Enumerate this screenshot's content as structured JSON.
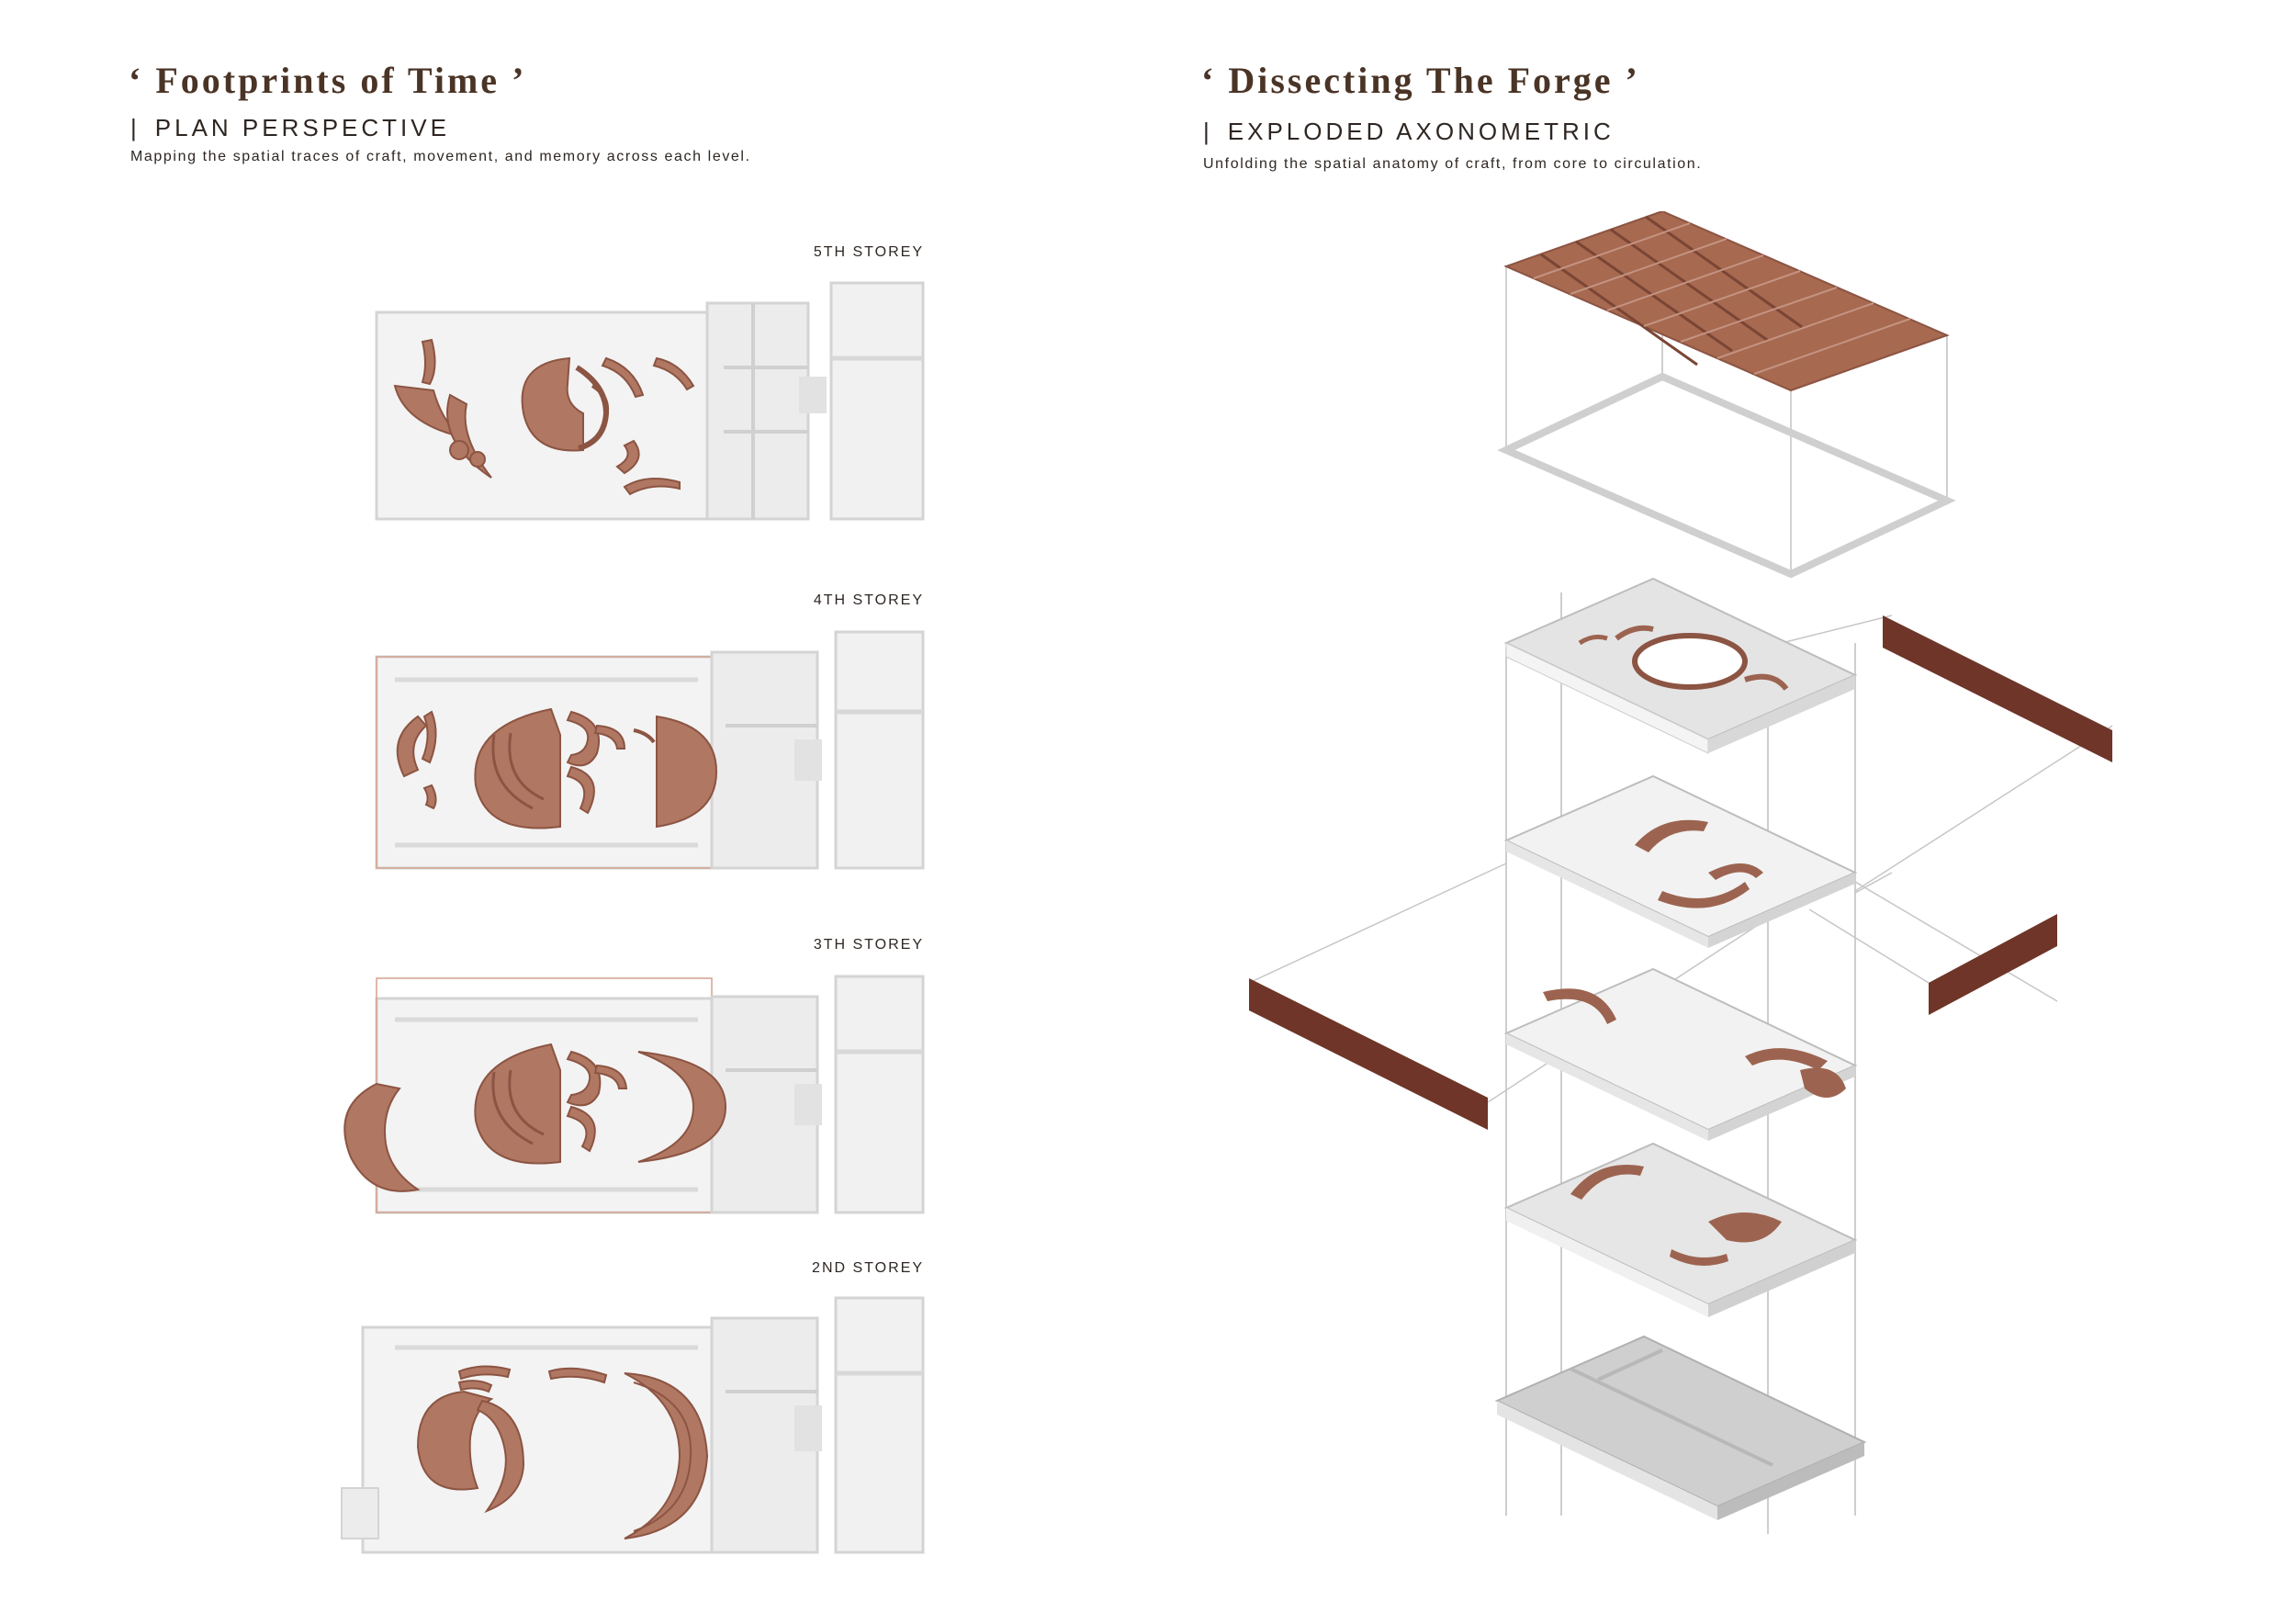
{
  "left_panel": {
    "title": "‘ Footprints of Time ’",
    "subtitle": "PLAN PERSPECTIVE",
    "caption": "Mapping the spatial traces of craft, movement, and memory across each level.",
    "storeys": [
      {
        "label": "5TH STOREY"
      },
      {
        "label": "4TH STOREY"
      },
      {
        "label": "3TH STOREY"
      },
      {
        "label": "2ND STOREY"
      }
    ]
  },
  "right_panel": {
    "title": "‘ Dissecting The Forge ’",
    "subtitle": "EXPLODED AXONOMETRIC",
    "caption": "Unfolding the spatial anatomy of craft, from core to circulation."
  },
  "colors": {
    "terracotta": "#b07862",
    "terracotta_dark": "#8c5443",
    "brick": "#6e3528",
    "slab": "#f4f4f4",
    "wall": "#dedede",
    "title_brown": "#4a3426"
  },
  "separator": "|"
}
